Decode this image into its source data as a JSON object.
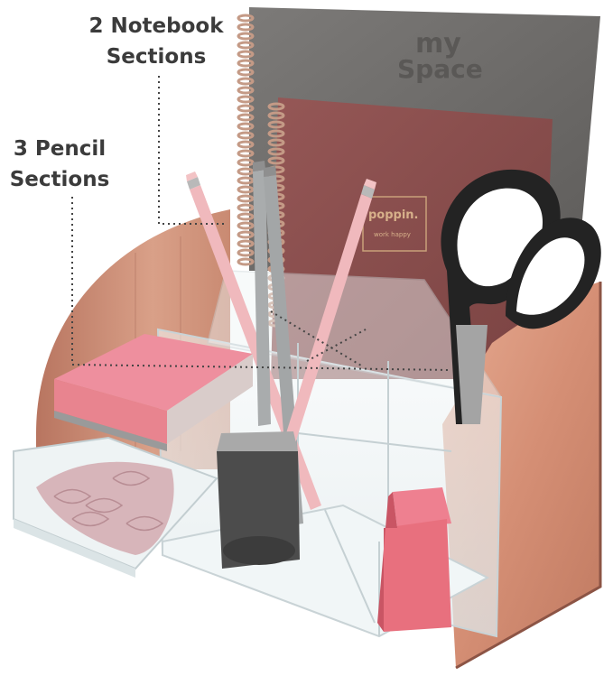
{
  "callouts": {
    "notebook": {
      "line1": "2 Notebook",
      "line2": "Sections"
    },
    "pencil": {
      "line1": "3 Pencil",
      "line2": "Sections"
    }
  },
  "product": {
    "notebook_back_brand_line1": "my",
    "notebook_back_brand_line2": "Space",
    "notebook_front_brand": "poppin.",
    "notebook_front_sub": "work happy"
  },
  "colors": {
    "rose_gold": "#d99a80",
    "rose_gold_dark": "#b87560",
    "notebook_gray": "#6e6c6a",
    "notebook_mauve": "#8a4d4b",
    "sticky_pink": "#ee8f9e",
    "pencil_pink": "#f0b9bd",
    "pencil_gray": "#a9acad",
    "eraser_pink": "#e8707e",
    "scissor_black": "#222222",
    "scissor_gray": "#a4a4a4",
    "acrylic": "#eaf1f3"
  }
}
